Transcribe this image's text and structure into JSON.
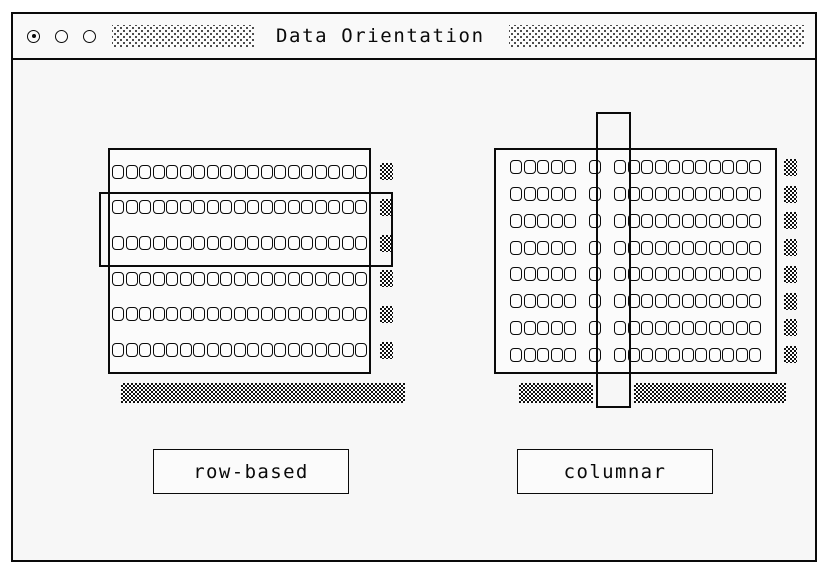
{
  "window": {
    "title": "Data Orientation",
    "controls": [
      {
        "name": "window-control-record",
        "filled": true
      },
      {
        "name": "window-control-middle",
        "filled": false
      },
      {
        "name": "window-control-right",
        "filled": false
      }
    ],
    "decor_left": "dot-grid-pattern",
    "decor_right": "dot-grid-pattern"
  },
  "diagrams": [
    {
      "id": "row-based",
      "label": "row-based",
      "layout": "row-oriented",
      "rows": 6,
      "cells_per_row": 19,
      "groups_per_row": [
        19
      ],
      "highlight": {
        "orientation": "horizontal",
        "covers_rows": [
          2,
          3
        ],
        "meaning": "a row read touches every column in two rows"
      },
      "side_ticks": 6,
      "bottom_bars": 1,
      "bottom_bar_pattern": "checkerboard"
    },
    {
      "id": "columnar",
      "label": "columnar",
      "layout": "column-oriented",
      "rows": 8,
      "cells_per_row": 17,
      "groups_per_row": [
        5,
        1,
        11
      ],
      "highlight": {
        "orientation": "vertical",
        "covers_column": 6,
        "meaning": "a column read touches one column across every row"
      },
      "side_ticks": 8,
      "bottom_bars": 2,
      "bottom_bar_pattern": "checkerboard"
    }
  ],
  "colors": {
    "ink": "#0a0a0a",
    "paper": "#f7f7f7",
    "cell_fill": "#fdfdfd",
    "pattern": "#111111"
  }
}
